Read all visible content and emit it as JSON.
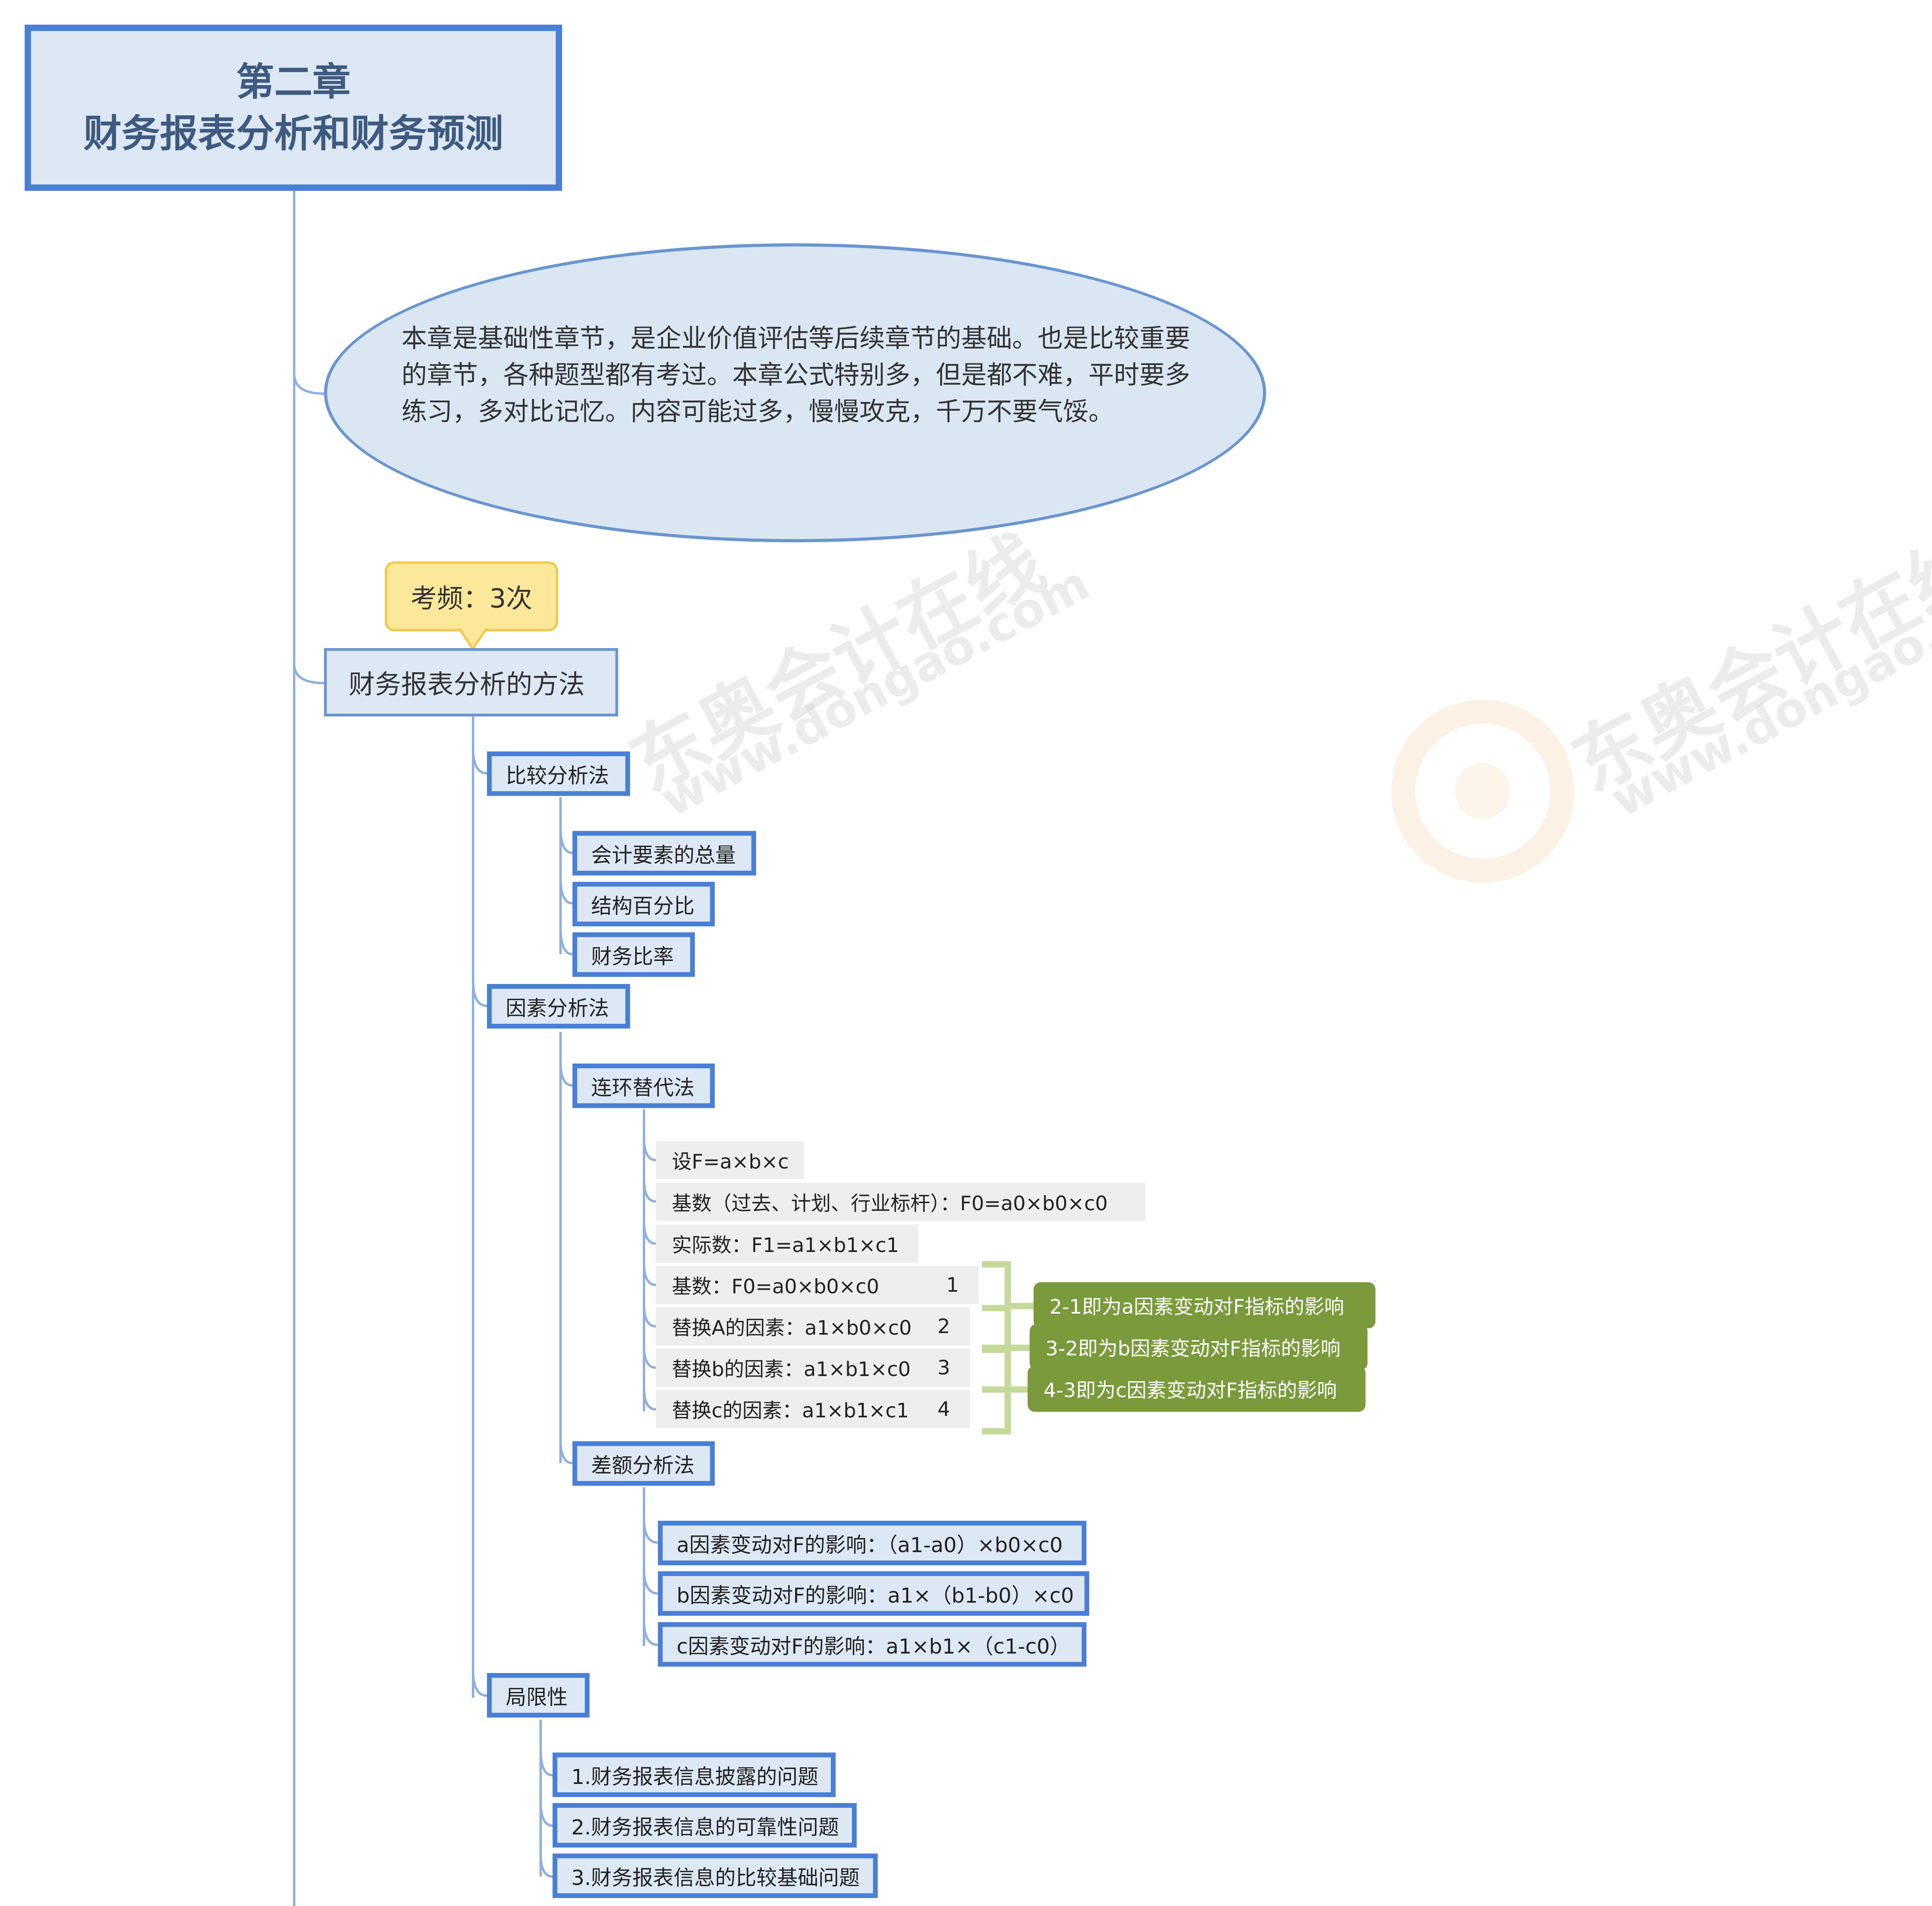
{
  "title": {
    "line1": "第二章",
    "line2": "财务报表分析和财务预测"
  },
  "note": "本章是基础性章节，是企业价值评估等后续章节的基础。也是比较重要的章节，各种题型都有考过。本章公式特别多，但是都不难，平时要多练习，多对比记忆。内容可能过多，慢慢攻克，千万不要气馁。",
  "callout": "考频：3次",
  "main_topic": "财务报表分析的方法",
  "methods": {
    "comparison": {
      "label": "比较分析法",
      "items": [
        "会计要素的总量",
        "结构百分比",
        "财务比率"
      ]
    },
    "factor": {
      "label": "因素分析法",
      "chain": {
        "label": "连环替代法",
        "rows": [
          {
            "text": "设F=a×b×c",
            "num": ""
          },
          {
            "text": "基数（过去、计划、行业标杆）：F0=a0×b0×c0",
            "num": ""
          },
          {
            "text": "实际数：F1=a1×b1×c1",
            "num": ""
          },
          {
            "text": "基数：F0=a0×b0×c0",
            "num": "1"
          },
          {
            "text": "替换A的因素：a1×b0×c0",
            "num": "2"
          },
          {
            "text": "替换b的因素：a1×b1×c0",
            "num": "3"
          },
          {
            "text": "替换c的因素：a1×b1×c1",
            "num": "4"
          }
        ],
        "results": [
          "2-1即为a因素变动对F指标的影响",
          "3-2即为b因素变动对F指标的影响",
          "4-3即为c因素变动对F指标的影响"
        ]
      },
      "difference": {
        "label": "差额分析法",
        "items": [
          "a因素变动对F的影响：（a1-a0）×b0×c0",
          "b因素变动对F的影响：a1×（b1-b0）×c0",
          "c因素变动对F的影响：a1×b1×（c1-c0）"
        ]
      }
    },
    "limitation": {
      "label": "局限性",
      "items": [
        "1.财务报表信息披露的问题",
        "2.财务报表信息的可靠性问题",
        "3.财务报表信息的比较基础问题"
      ]
    }
  },
  "watermark": {
    "brand": "东奥会计在线",
    "url": "www.dongao.com"
  },
  "colors": {
    "border_blue": "#4a7fd6",
    "fill_blue": "#dde8f4",
    "green": "#7a9a3c",
    "callout_yellow": "#fbe89a"
  }
}
